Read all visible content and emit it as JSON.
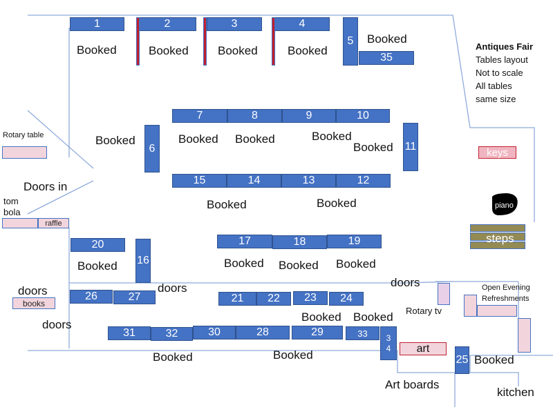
{
  "info": {
    "title": "Antiques Fair",
    "lines": [
      "Tables layout",
      "Not to scale",
      "All tables",
      "same size"
    ]
  },
  "tables": {
    "t1": "1",
    "t2": "2",
    "t3": "3",
    "t4": "4",
    "t5": "5",
    "t35": "35",
    "t6": "6",
    "t7": "7",
    "t8": "8",
    "t9": "9",
    "t10": "10",
    "t11": "11",
    "t15": "15",
    "t14": "14",
    "t13": "13",
    "t12": "12",
    "t20": "20",
    "t16": "16",
    "t17": "17",
    "t18": "18",
    "t19": "19",
    "t26": "26",
    "t27": "27",
    "t21": "21",
    "t22": "22",
    "t23": "23",
    "t24": "24",
    "t31": "31",
    "t32": "32",
    "t30": "30",
    "t28": "28",
    "t29": "29",
    "t33": "33",
    "t34a": "3",
    "t34b": "4",
    "t25": "25"
  },
  "booked_text": "Booked",
  "labels": {
    "rotary_table": "Rotary table",
    "doors_in": "Doors in",
    "tombola_1": "tom",
    "tombola_2": "bola",
    "raffle": "raffle",
    "doors": "doors",
    "books": "books",
    "rotary_tv": "Rotary tv",
    "art": "art",
    "art_boards": "Art boards",
    "kitchen": "kitchen",
    "open_evening_1": "Open Evening",
    "open_evening_2": "Refreshments",
    "keys": "keys",
    "piano": "piano",
    "steps": "steps"
  },
  "colors": {
    "table_fill": "#4472c4",
    "table_border": "#2f528f",
    "wall": "#8eaadb",
    "pink_fill": "#f2d5dc",
    "red_accent": "#c0202f",
    "steps_fill": "#948a54"
  }
}
